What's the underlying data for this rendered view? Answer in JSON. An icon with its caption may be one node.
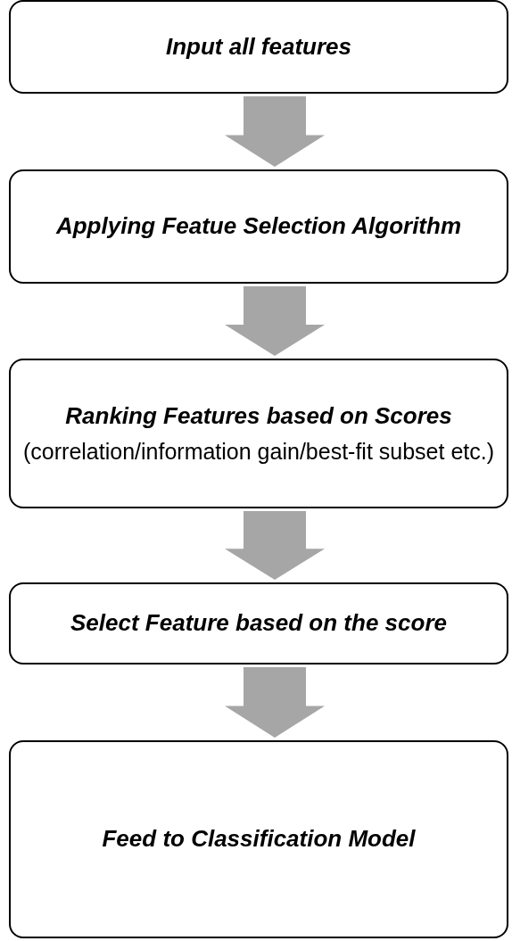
{
  "diagram": {
    "nodes": [
      {
        "text": [
          "Input all features"
        ]
      },
      {
        "text": [
          "Applying Featue Selection Algorithm"
        ]
      },
      {
        "text": [
          "Ranking Features based on Scores",
          "(correlation/information gain/best-fit subset etc.)"
        ]
      },
      {
        "text": [
          "Select Feature based on the score"
        ]
      },
      {
        "text": [
          "Feed to Classification Model"
        ]
      }
    ],
    "edges": [
      {
        "from": 0,
        "to": 1,
        "arrow": "to"
      },
      {
        "from": 1,
        "to": 2,
        "arrow": "to"
      },
      {
        "from": 2,
        "to": 3,
        "arrow": "to"
      },
      {
        "from": 3,
        "to": 4,
        "arrow": "to"
      }
    ]
  }
}
